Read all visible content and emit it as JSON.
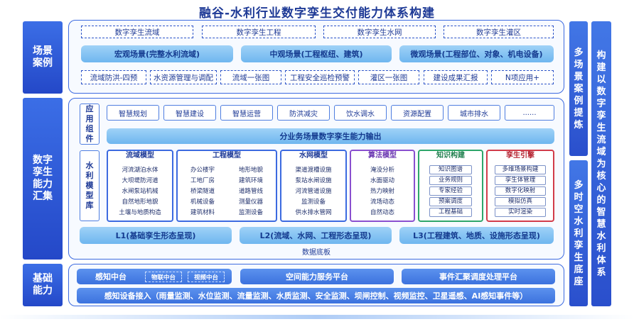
{
  "title": "融谷-水利行业数字孪生交付能力体系构建",
  "side_labels": {
    "scene": "场景案例",
    "twin": "数字孪生能力汇集",
    "base": "基础能力"
  },
  "scene": {
    "dashed_top": [
      "数字孪生流域",
      "数字孪生工程",
      "数字孪生水网",
      "数字孪生灌区"
    ],
    "pills": [
      "宏观场景(完整水利流域)",
      "中观场景(工程枢纽、建筑)",
      "微观场景(工程部位、对象、机电设备)"
    ],
    "cases": [
      "流域防洪-四预",
      "水资源管理与调配",
      "流域一张图",
      "工程安全巡检预警",
      "灌区一张图",
      "建设成果汇报",
      "N项应用+"
    ]
  },
  "twin": {
    "app_label": "应用组件",
    "apps": [
      "智慧规划",
      "智慧建设",
      "智慧运营",
      "防洪减灾",
      "饮水调水",
      "资源配置",
      "城市排水",
      "......"
    ],
    "output_bar": "分业务场景数字孪生能力输出",
    "model_lib_label": "水利模型库",
    "models": [
      {
        "title": "流域模型",
        "color": "#3c6ae0",
        "items": [
          "河流湖泊水体",
          "大坝堤防河道",
          "水闸泵站机械",
          "自然地形地貌",
          "土壤与地质构造"
        ]
      },
      {
        "title": "工程模型",
        "color": "#3c6ae0",
        "items": [
          "办公楼宇",
          "地形地貌",
          "工地厂房",
          "建筑环境",
          "桥梁隧道",
          "道路管线",
          "机械设备",
          "测量仪器",
          "建筑材料",
          "监测设备"
        ]
      },
      {
        "title": "水网模型",
        "color": "#3c6ae0",
        "items": [
          "渠道渡槽设施",
          "泵站水闸设施",
          "河流管道设施",
          "监测设备",
          "供水排水管网"
        ]
      },
      {
        "title": "算法模型",
        "color": "#8a4fcf",
        "items": [
          "淹没分析",
          "水面驱动",
          "热力映射",
          "流场动态",
          "自然动态"
        ]
      },
      {
        "title": "知识构建",
        "color": "#2ea66a",
        "items": [
          "知识图谱",
          "业务规则",
          "专家经验",
          "预案调度",
          "工程基础"
        ]
      },
      {
        "title": "孪生引擎",
        "color": "#d23c4a",
        "items": [
          "多维场景构建",
          "孪生体管理",
          "数字化映射",
          "模拟仿真",
          "实时渲染"
        ]
      }
    ],
    "levels": [
      "L1(基础孪生形态呈现)",
      "L2(流域、水网、工程形态呈现)",
      "L3(工程建筑、地质、设施形态呈现)"
    ],
    "data_base": "数据底板"
  },
  "base": {
    "sense_center": "感知中台",
    "iot_center": "物联中台",
    "video_center": "视频中台",
    "space_platform": "空间能力服务平台",
    "event_platform": "事件汇聚调度处理平台",
    "access": "感知设备接入（雨量监测、水位监测、流量监测、水质监测、安全监测、坝闸控制、视频监控、卫星遥感、AI感知事件等）"
  },
  "right": {
    "col1_top": "多场景案例提炼",
    "col1_bottom": "多时空水利孪生底座",
    "col2": "构建以数字孪生流域为核心的智慧水利体系"
  }
}
